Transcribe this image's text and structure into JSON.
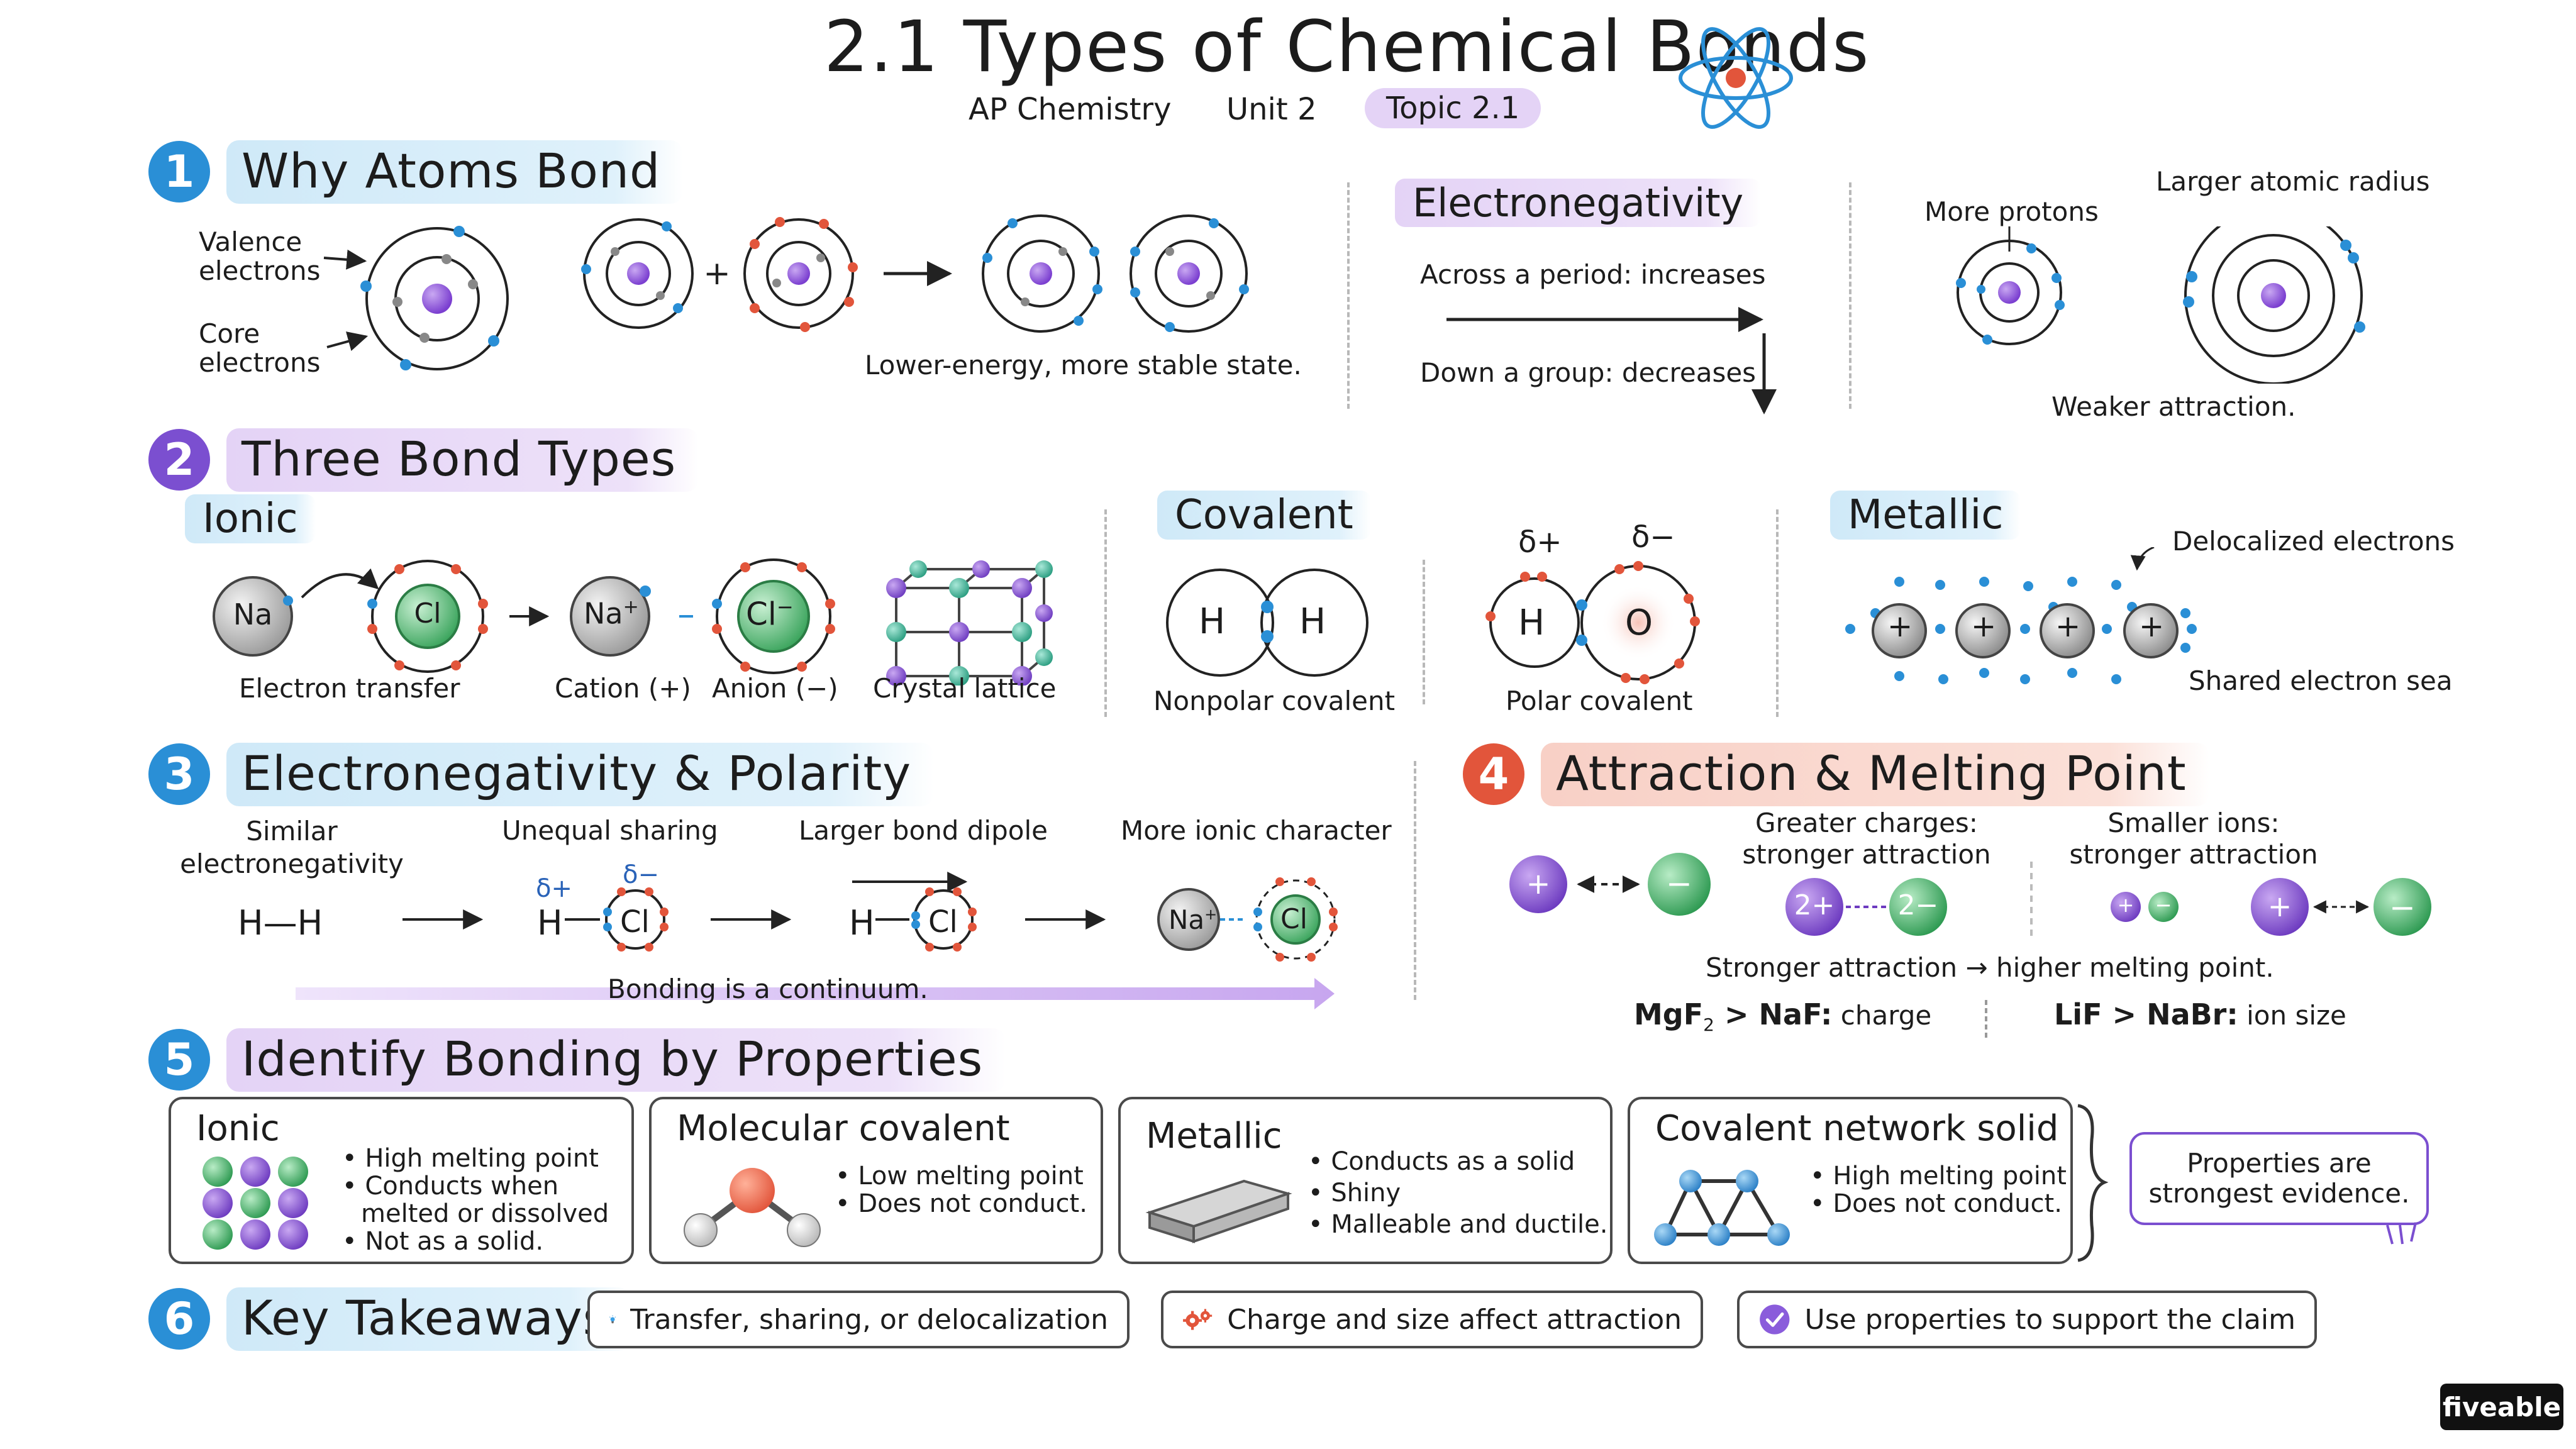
{
  "header": {
    "title": "2.1 Types of Chemical Bonds",
    "course": "AP Chemistry",
    "unit": "Unit 2",
    "topic": "Topic 2.1",
    "icon": "atom-icon"
  },
  "colors": {
    "blue": "#2a8fd6",
    "purple": "#7b4fd0",
    "red": "#e2553b",
    "green": "#3aa45c",
    "highlight_blue": "#cfe9f8",
    "highlight_purple": "#e4d3f6",
    "highlight_red": "#f8d0c6"
  },
  "sections": {
    "s1": {
      "number": "1",
      "title": "Why Atoms Bond",
      "valence_label": "Valence\nelectrons",
      "core_label": "Core\nelectrons",
      "stable_caption": "Lower-energy, more stable state.",
      "plus": "+",
      "en_title": "Electronegativity",
      "across": "Across a period:  increases",
      "down": "Down a group:  decreases",
      "more_protons": "More protons",
      "larger_radius": "Larger atomic radius",
      "weaker": "Weaker attraction."
    },
    "s2": {
      "number": "2",
      "title": "Three Bond Types",
      "ionic": {
        "title": "Ionic",
        "na": "Na",
        "cl": "Cl",
        "na_ion": "Na",
        "na_charge": "+",
        "cl_ion": "Cl",
        "cl_charge": "−",
        "transfer": "Electron transfer",
        "cation": "Cation (+)",
        "anion": "Anion (−)",
        "lattice": "Crystal lattice"
      },
      "covalent": {
        "title": "Covalent",
        "h1": "H",
        "h2": "H",
        "nonpolar": "Nonpolar covalent",
        "delta_plus": "δ+",
        "delta_minus": "δ−",
        "h": "H",
        "o": "O",
        "polar": "Polar covalent"
      },
      "metallic": {
        "title": "Metallic",
        "delocalized": "Delocalized electrons",
        "sea": "Shared electron sea",
        "plus": "+"
      }
    },
    "s3": {
      "number": "3",
      "title": "Electronegativity & Polarity",
      "steps": [
        {
          "label": "Similar\nelectronegativity",
          "formula_a": "H",
          "bond": "—",
          "formula_b": "H"
        },
        {
          "label": "Unequal sharing",
          "d_plus": "δ+",
          "d_minus": "δ−",
          "formula_a": "H",
          "formula_b": "Cl"
        },
        {
          "label": "Larger bond dipole",
          "formula_a": "H",
          "formula_b": "Cl"
        },
        {
          "label": "More ionic character",
          "formula_a": "Na",
          "charge": "+",
          "formula_b": "Cl"
        }
      ],
      "continuum": "Bonding is a continuum."
    },
    "s4": {
      "number": "4",
      "title": "Attraction & Melting Point",
      "greater_charges": "Greater charges:\nstronger attraction",
      "smaller_ions": "Smaller ions:\nstronger attraction",
      "plus": "+",
      "minus": "−",
      "two_plus": "2+",
      "two_minus": "2−",
      "conclusion": "Stronger attraction → higher melting point.",
      "ex1_main": "MgF",
      "ex1_sub": "2",
      "ex1_rest": " > NaF:",
      "ex1_note": " charge",
      "ex2_main": "LiF > NaBr:",
      "ex2_note": " ion size"
    },
    "s5": {
      "number": "5",
      "title": "Identify Bonding by Properties",
      "cards": [
        {
          "title": "Ionic",
          "bullets": [
            "High melting point",
            "Conducts when",
            "melted or dissolved",
            "Not as a solid."
          ]
        },
        {
          "title": "Molecular covalent",
          "bullets": [
            "Low melting point",
            "Does not conduct."
          ]
        },
        {
          "title": "Metallic",
          "bullets": [
            "Conducts as a solid",
            "Shiny",
            "Malleable and ductile."
          ]
        },
        {
          "title": "Covalent network solid",
          "bullets": [
            "High melting point",
            "Does not conduct."
          ]
        }
      ],
      "evidence": "Properties are\nstrongest evidence."
    },
    "s6": {
      "number": "6",
      "title": "Key Takeaways",
      "items": [
        {
          "icon": "lightbulb-icon",
          "text": "Transfer, sharing, or delocalization"
        },
        {
          "icon": "gears-icon",
          "text": "Charge and size affect attraction"
        },
        {
          "icon": "checkmark-icon",
          "text": "Use properties to support the claim"
        }
      ]
    }
  },
  "brand": "fiveable"
}
